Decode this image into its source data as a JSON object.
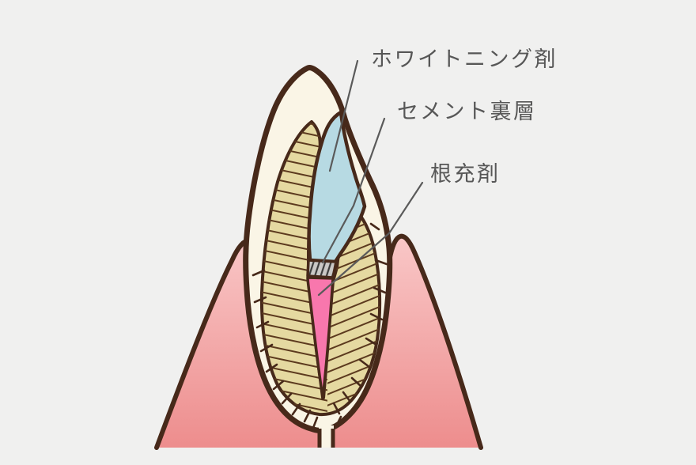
{
  "labels": {
    "whitening": "ホワイトニング剤",
    "cement": "セメント裏層",
    "root_fill": "根充剤"
  },
  "colors": {
    "background": "#f0f0ef",
    "outline": "#47291a",
    "enamel": "#faf5e6",
    "dentin": "#e5d9a1",
    "whitening_agent": "#b7dae3",
    "cement_lining": "#cac8c6",
    "root_filling": "#f877ad",
    "gum_top": "#f9c7c7",
    "gum_bottom": "#ed8d8d",
    "label_text": "#575757",
    "leader_line": "#5a5a5a"
  }
}
